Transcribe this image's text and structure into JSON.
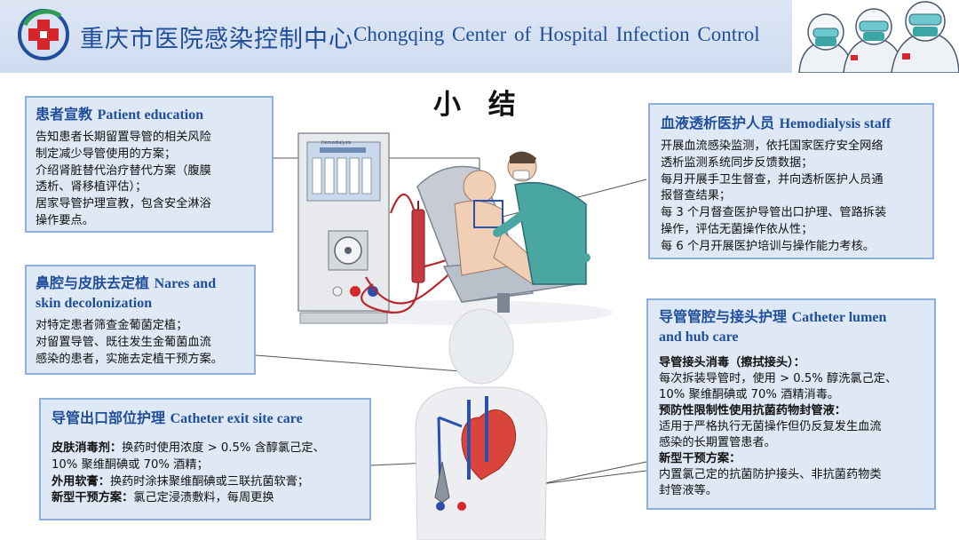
{
  "header": {
    "title_cn": "重庆市医院感染控制中心",
    "title_en": "Chongqing  Center of  Hospital Infection  Control"
  },
  "page_title": "小 结",
  "colors": {
    "accent_blue": "#1f4e9c",
    "box_fill": "#dfe8f5",
    "box_border": "#8eaedb",
    "logo_red": "#d7262b",
    "logo_green": "#2e9e57"
  },
  "icons": [
    "hospital-cross-logo-icon",
    "medical-staff-illustration-icon",
    "hemodialysis-scene-icon",
    "human-torso-anatomy-icon"
  ],
  "patient_education": {
    "title_cn": "患者宣教",
    "title_en": "Patient education",
    "lines": [
      "告知患者长期留置导管的相关风险",
      "制定减少导管使用的方案；",
      "介绍肾脏替代治疗替代方案（腹膜",
      "透析、肾移植评估）；",
      "居家导管护理宣教，包含安全淋浴",
      "操作要点。"
    ]
  },
  "decolonization": {
    "title_cn": "鼻腔与皮肤去定植",
    "title_en_1": "Nares and",
    "title_en_2": "skin decolonization",
    "lines": [
      "对特定患者筛查金葡菌定植；",
      "对留置导管、既往发生金葡菌血流",
      "感染的患者，实施去定植干预方案。"
    ]
  },
  "exit_site": {
    "title_cn": "导管出口部位护理",
    "title_en": "Catheter exit site care",
    "items": [
      {
        "lead": "皮肤消毒剂：",
        "text": "换药时使用浓度 > 0.5% 含醇氯己定、"
      },
      {
        "lead": "",
        "text": "10% 聚维酮碘或 70% 酒精；"
      },
      {
        "lead": "外用软膏：",
        "text": "换药时涂抹聚维酮碘或三联抗菌软膏；"
      },
      {
        "lead": "新型干预方案：",
        "text": "氯己定浸渍敷料，每周更换"
      }
    ]
  },
  "staff": {
    "title_cn": "血液透析医护人员",
    "title_en": "Hemodialysis staff",
    "lines": [
      "开展血流感染监测，依托国家医疗安全网络",
      "透析监测系统同步反馈数据；",
      "每月开展手卫生督查，并向透析医护人员通",
      "报督查结果；",
      "每 3 个月督查医护导管出口护理、管路拆装",
      "操作，评估无菌操作依从性；",
      "每 6 个月开展医护培训与操作能力考核。"
    ]
  },
  "lumen_hub": {
    "title_cn": "导管管腔与接头护理",
    "title_en_1": "Catheter lumen",
    "title_en_2": "and hub care",
    "sections": [
      {
        "heading": "导管接头消毒（擦拭接头）：",
        "lines": [
          "每次拆装导管时，使用 > 0.5% 醇洗氯己定、",
          "10% 聚维酮碘或 70% 酒精消毒。"
        ]
      },
      {
        "heading": " 预防性限制性使用抗菌药物封管液：",
        "lines": [
          "适用于严格执行无菌操作但仍反复发生血流",
          "感染的长期置管患者。"
        ]
      },
      {
        "heading": "新型干预方案：",
        "lines": [
          "内置氯己定的抗菌防护接头、非抗菌药物类",
          "封管液等。"
        ]
      }
    ]
  },
  "machine_screen_label": "Hemodialysis"
}
